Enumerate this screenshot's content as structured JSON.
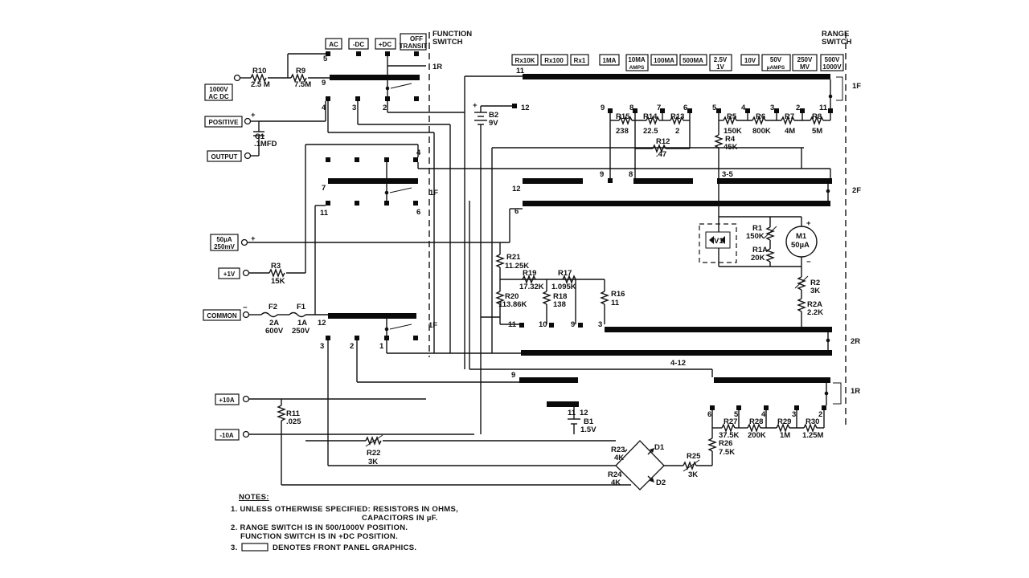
{
  "function_switch": {
    "title_line1": "FUNCTION",
    "title_line2": "SWITCH",
    "positions": [
      "AC",
      "-DC",
      "+DC",
      "OFF",
      "TRANSIT"
    ]
  },
  "range_switch": {
    "title_line1": "RANGE",
    "title_line2": "SWITCH",
    "positions": [
      {
        "l1": "Rx10K",
        "l2": ""
      },
      {
        "l1": "Rx100",
        "l2": ""
      },
      {
        "l1": "Rx1",
        "l2": ""
      },
      {
        "l1": "1MA",
        "l2": ""
      },
      {
        "l1": "10MA",
        "l2": "AMPS"
      },
      {
        "l1": "100MA",
        "l2": ""
      },
      {
        "l1": "500MA",
        "l2": ""
      },
      {
        "l1": "2.5V",
        "l2": "1V"
      },
      {
        "l1": "10V",
        "l2": ""
      },
      {
        "l1": "50V",
        "l2": "µAMPS"
      },
      {
        "l1": "250V",
        "l2": "MV"
      },
      {
        "l1": "500V",
        "l2": "1000V"
      }
    ]
  },
  "terminals": {
    "t1000v_l1": "1000V",
    "t1000v_l2": "AC DC",
    "positive": "POSITIVE",
    "output": "OUTPUT",
    "t50ua_l1": "50µA",
    "t50ua_l2": "250mV",
    "plus1v": "+1V",
    "common": "COMMON",
    "plus10a": "+10A",
    "minus10a": "-10A"
  },
  "sections": {
    "fs_1r": "1R",
    "fs_1f_a": "1F",
    "fs_1f_b": "1F",
    "rs_1f": "1F",
    "rs_2f": "2F",
    "rs_2r": "2R",
    "rs_1r": "1R",
    "tap_3_5": "3-5",
    "tap_4_12": "4-12"
  },
  "components": {
    "r10_n": "R10",
    "r10_v": "2.5 M",
    "r9_n": "R9",
    "r9_v": "7.5M",
    "c1_n": "C1",
    "c1_v": ".1MFD",
    "r3_n": "R3",
    "r3_v": "15K",
    "f2_n": "F2",
    "f2_a": "2A",
    "f2_v": "600V",
    "f1_n": "F1",
    "f1_a": "1A",
    "f1_v": "250V",
    "r11_n": "R11",
    "r11_v": ".025",
    "r22_n": "R22",
    "r22_v": "3K",
    "b2_n": "B2",
    "b2_v": "9V",
    "b1_n": "B1",
    "b1_v": "1.5V",
    "r15_n": "R15",
    "r15_v": "238",
    "r14_n": "R14",
    "r14_v": "22.5",
    "r13_n": "R13",
    "r13_v": "2",
    "r12_n": "R12",
    "r12_v": ".47",
    "r5_n": "R5",
    "r5_v": "150K",
    "r6_n": "R6",
    "r6_v": "800K",
    "r7_n": "R7",
    "r7_v": "4M",
    "r8_n": "R8",
    "r8_v": "5M",
    "r4_n": "R4",
    "r4_v": "45K",
    "r21_n": "R21",
    "r21_v": "11.25K",
    "r19_n": "R19",
    "r19_v": "17.32K",
    "r17_n": "R17",
    "r17_v": "1.095K",
    "r20_n": "R20",
    "r20_v": "113.86K",
    "r18_n": "R18",
    "r18_v": "138",
    "r16_n": "R16",
    "r16_v": "11",
    "r1_n": "R1",
    "r1_v": "150K",
    "r1a_n": "R1A",
    "r1a_v": "20K",
    "m1_n": "M1",
    "m1_v": "50µA",
    "v1_n": "V1",
    "r2_n": "R2",
    "r2_v": "3K",
    "r2a_n": "R2A",
    "r2a_v": "2.2K",
    "r27_n": "R27",
    "r27_v": "37.5K",
    "r28_n": "R28",
    "r28_v": "200K",
    "r29_n": "R29",
    "r29_v": "1M",
    "r30_n": "R30",
    "r30_v": "1.25M",
    "r26_n": "R26",
    "r26_v": "7.5K",
    "r25_n": "R25",
    "r25_v": "3K",
    "r23_n": "R23",
    "r23_v": "4K",
    "r24_n": "R24",
    "r24_v": "4K",
    "d1_n": "D1",
    "d2_n": "D2"
  },
  "notes": {
    "heading": "NOTES:",
    "n1a": "1. UNLESS OTHERWISE SPECIFIED: RESISTORS IN OHMS,",
    "n1b": "CAPACITORS IN µF.",
    "n2a": "2. RANGE SWITCH IS IN 500/1000V POSITION.",
    "n2b": "FUNCTION SWITCH IS IN +DC POSITION.",
    "n3a": "3.",
    "n3b": "DENOTES FRONT PANEL GRAPHICS."
  }
}
